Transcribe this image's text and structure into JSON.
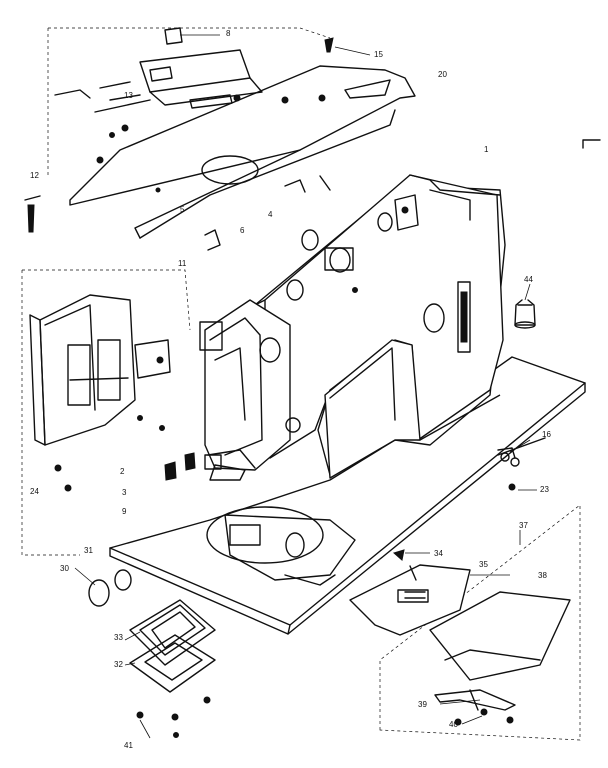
{
  "diagram": {
    "callouts": [
      {
        "id": "c-8",
        "text": "8"
      },
      {
        "id": "c-15",
        "text": "15"
      },
      {
        "id": "c-20",
        "text": "20"
      },
      {
        "id": "c-13",
        "text": "13"
      },
      {
        "id": "c-1",
        "text": "1"
      },
      {
        "id": "c-5",
        "text": "5"
      },
      {
        "id": "c-6",
        "text": "6"
      },
      {
        "id": "c-4",
        "text": "4"
      },
      {
        "id": "c-11",
        "text": "11"
      },
      {
        "id": "c-44",
        "text": "44"
      },
      {
        "id": "c-16",
        "text": "16"
      },
      {
        "id": "c-23",
        "text": "23"
      },
      {
        "id": "c-37",
        "text": "37"
      },
      {
        "id": "c-34",
        "text": "34"
      },
      {
        "id": "c-35",
        "text": "35"
      },
      {
        "id": "c-38",
        "text": "38"
      },
      {
        "id": "c-39",
        "text": "39"
      },
      {
        "id": "c-40",
        "text": "40"
      },
      {
        "id": "c-30",
        "text": "30"
      },
      {
        "id": "c-31",
        "text": "31"
      },
      {
        "id": "c-33",
        "text": "33"
      },
      {
        "id": "c-32",
        "text": "32"
      },
      {
        "id": "c-41",
        "text": "41"
      },
      {
        "id": "c-24",
        "text": "24"
      },
      {
        "id": "c-12",
        "text": "12"
      },
      {
        "id": "c-2",
        "text": "2"
      },
      {
        "id": "c-3",
        "text": "3"
      },
      {
        "id": "c-9",
        "text": "9"
      }
    ]
  }
}
